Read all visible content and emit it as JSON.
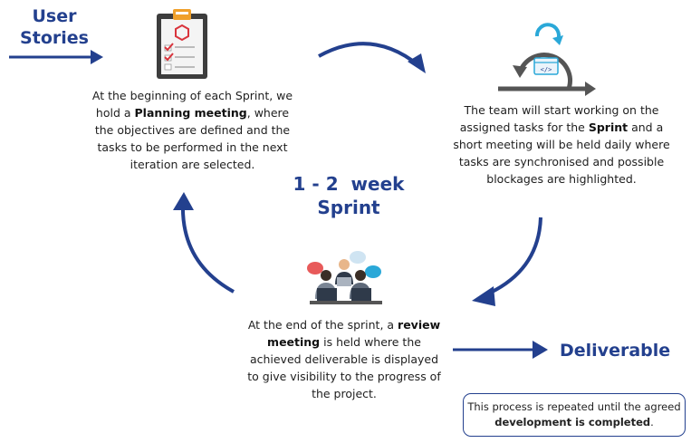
{
  "user_stories": {
    "line1": "User",
    "line2": "Stories"
  },
  "planning": {
    "pre": "At the beginning of each Sprint, we hold a ",
    "bold": "Planning meeting",
    "post": ", where the objectives are defined and the tasks to be performed in the next iteration are selected."
  },
  "daily": {
    "pre": "The team will start working on the assigned tasks for the ",
    "bold": "Sprint",
    "post": " and a short meeting will be held daily where tasks are synchronised and possible blockages are highlighted."
  },
  "sprint": {
    "line1": "1 - 2  week",
    "line2": "Sprint"
  },
  "review": {
    "pre": "At the end of the sprint, a ",
    "bold": "review meeting",
    "post": " is held where the achieved deliverable is displayed to give visibility to the progress of the project."
  },
  "deliverable": "Deliverable",
  "note": {
    "pre": "This process is repeated until the agreed ",
    "bold": "development is completed",
    "post": "."
  },
  "icons": {
    "clipboard": "clipboard-checklist-icon",
    "sprint_cycle": "sprint-cycle-icon",
    "meeting": "team-meeting-icon"
  },
  "colors": {
    "primary": "#23408e",
    "cycle_arrow": "#2aa8d8",
    "clipboard_check": "#d9343c"
  }
}
